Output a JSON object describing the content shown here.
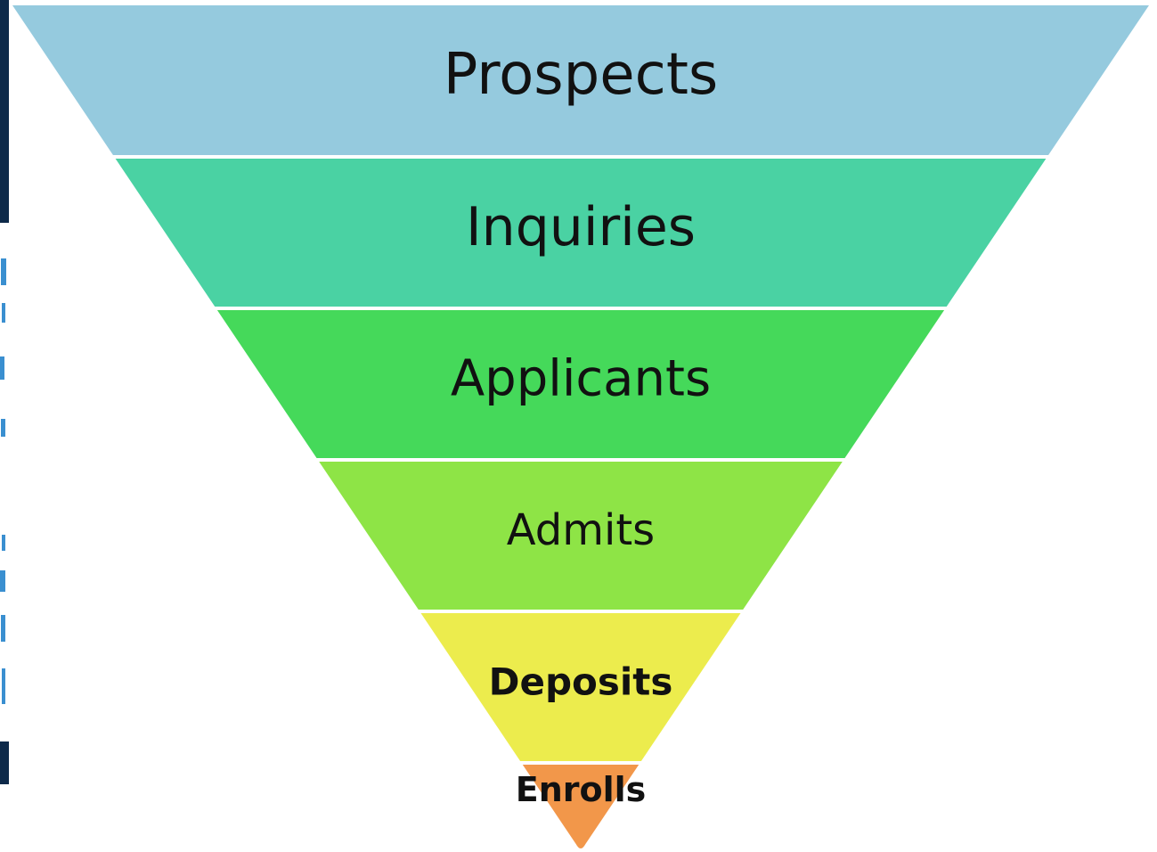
{
  "funnel": {
    "stages": [
      {
        "label": "Prospects",
        "color": "#95cade"
      },
      {
        "label": "Inquiries",
        "color": "#4ad2a3"
      },
      {
        "label": "Applicants",
        "color": "#45d95a"
      },
      {
        "label": "Admits",
        "color": "#8ee446"
      },
      {
        "label": "Deposits",
        "color": "#ecec4d"
      },
      {
        "label": "Enrolls",
        "color": "#f2974a"
      }
    ],
    "separator_color": "#ffffff"
  },
  "background_fragment": {
    "dark_color": "#0e2a4a",
    "accent_color": "#3a8fd0"
  }
}
